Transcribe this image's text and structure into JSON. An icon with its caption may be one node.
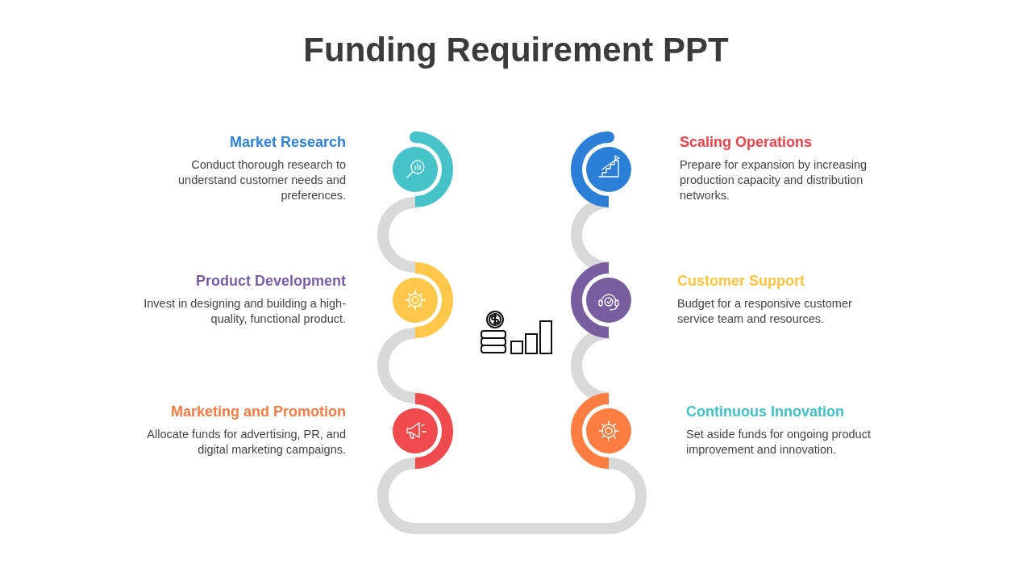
{
  "diagram": {
    "title": "Funding Requirement PPT",
    "nodes": [
      {
        "text": [
          "Market Research",
          "Conduct thorough research to understand customer needs and preferences."
        ]
      },
      {
        "text": [
          "Product Development",
          "Invest in designing and building a high-quality, functional product."
        ]
      },
      {
        "text": [
          "Marketing and Promotion",
          "Allocate funds for advertising, PR, and digital marketing campaigns."
        ]
      },
      {
        "text": [
          "Continuous Innovation",
          "Set aside funds for ongoing product improvement and innovation."
        ]
      },
      {
        "text": [
          "Customer Support",
          "Budget for a responsive customer service team and resources."
        ]
      },
      {
        "text": [
          "Scaling Operations",
          "Prepare for expansion by increasing production capacity and distribution networks."
        ]
      }
    ]
  }
}
